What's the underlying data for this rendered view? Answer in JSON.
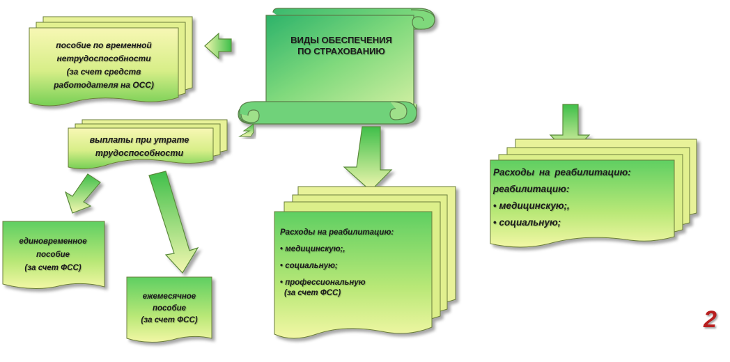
{
  "scroll": {
    "line1": "ВИДЫ ОБЕСПЕЧЕНИЯ",
    "line2": "ПО  СТРАХОВАНИЮ"
  },
  "box_temp": {
    "line1": "пособие по временной",
    "line2": "нетрудоспособности",
    "line3": "(за счет средств",
    "line4": "работодателя на ОСС)"
  },
  "box_loss": {
    "line1": "выплаты при утрате",
    "line2": "трудоспособности"
  },
  "box_once": {
    "line1": "единовременное",
    "line2": "пособие",
    "line3": "(за счет  ФСС)"
  },
  "box_month": {
    "line1": "ежемесячное",
    "line2": "пособие",
    "line3": "(за счет ФСС)"
  },
  "box_rehab_center": {
    "title": "Расходы на реабилитацию:",
    "items": [
      "медицинскую;,",
      "социальную;",
      "профессиональную"
    ],
    "footer": "(за счет ФСС)"
  },
  "box_rehab_right": {
    "title_line1": "Расходы  на  реабилитацию:",
    "title_line2": "реабилитацию:",
    "items": [
      "медицинскую;,",
      "социальную;"
    ]
  },
  "page_number": "2",
  "colors": {
    "fill_green": "#55c85a",
    "fill_yellow": "#f6f7a8",
    "stroke": "#7a8a4a",
    "page_number": "#b81f1f"
  }
}
